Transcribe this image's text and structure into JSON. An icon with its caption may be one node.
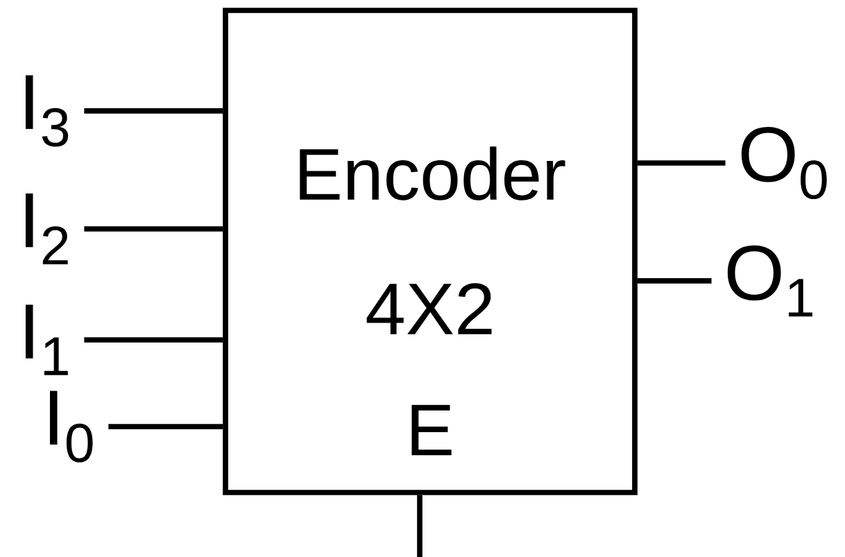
{
  "diagram": {
    "nodes": [
      {
        "text": [
          "Encoder",
          "4X2",
          "E"
        ]
      },
      {
        "text": [
          "I$_{3}$"
        ]
      },
      {
        "text": [
          "I$_{2}$"
        ]
      },
      {
        "text": [
          "I$_{1}$"
        ]
      },
      {
        "text": [
          "I$_{0}$"
        ]
      },
      {
        "text": [
          "O$_{0}$"
        ]
      },
      {
        "text": [
          "O$_{1}$"
        ]
      }
    ],
    "edges": [
      {
        "from": 1,
        "to": 0,
        "arrow": "none"
      },
      {
        "from": 2,
        "to": 0,
        "arrow": "none"
      },
      {
        "from": 3,
        "to": 0,
        "arrow": "none"
      },
      {
        "from": 4,
        "to": 0,
        "arrow": "none"
      },
      {
        "from": 0,
        "to": 5,
        "arrow": "none"
      },
      {
        "from": 0,
        "to": 6,
        "arrow": "none"
      },
      {
        "from": 0,
        "to": null,
        "arrow": "none"
      }
    ]
  }
}
